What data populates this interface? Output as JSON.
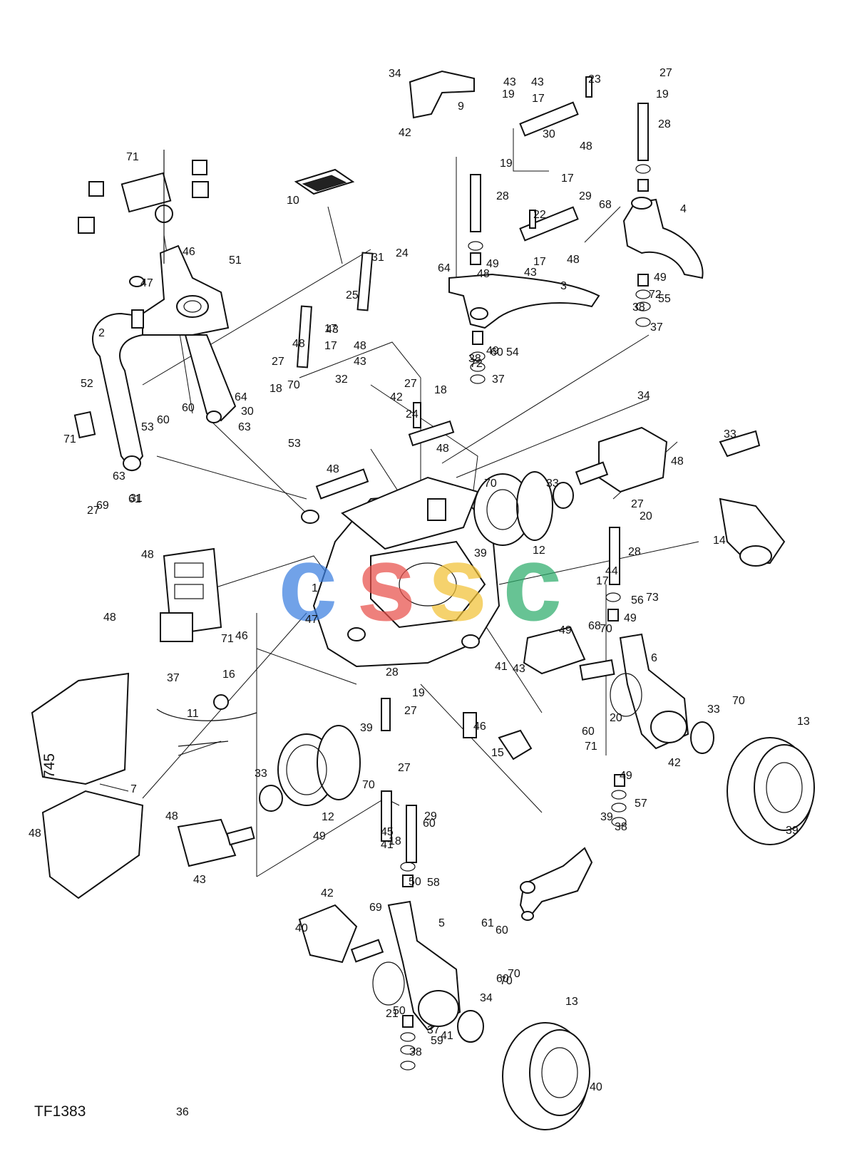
{
  "figure_id": "TF1383",
  "watermark": {
    "letters": [
      {
        "char": "c",
        "color": "#3b7fe0"
      },
      {
        "char": "s",
        "color": "#e8504a"
      },
      {
        "char": "s",
        "color": "#f2c236"
      },
      {
        "char": "c",
        "color": "#2eac6b"
      }
    ]
  },
  "decal_text": "745",
  "callouts": [
    "1",
    "2",
    "3",
    "4",
    "5",
    "6",
    "7",
    "9",
    "10",
    "11",
    "12",
    "12",
    "13",
    "13",
    "14",
    "15",
    "16",
    "17",
    "17",
    "17",
    "17",
    "17",
    "17",
    "18",
    "18",
    "18",
    "19",
    "19",
    "19",
    "19",
    "20",
    "20",
    "21",
    "22",
    "23",
    "24",
    "24",
    "25",
    "27",
    "27",
    "27",
    "27",
    "27",
    "27",
    "27",
    "28",
    "28",
    "28",
    "28",
    "29",
    "29",
    "30",
    "30",
    "31",
    "31",
    "32",
    "33",
    "33",
    "33",
    "33",
    "34",
    "34",
    "34",
    "36",
    "37",
    "37",
    "37",
    "37",
    "38",
    "38",
    "38",
    "38",
    "39",
    "39",
    "39",
    "39",
    "40",
    "40",
    "41",
    "41",
    "41",
    "42",
    "42",
    "42",
    "42",
    "43",
    "43",
    "43",
    "43",
    "43",
    "43",
    "43",
    "44",
    "45",
    "46",
    "46",
    "46",
    "47",
    "47",
    "48",
    "48",
    "48",
    "48",
    "48",
    "48",
    "48",
    "48",
    "48",
    "48",
    "48",
    "48",
    "49",
    "49",
    "49",
    "49",
    "49",
    "49",
    "49",
    "50",
    "50",
    "51",
    "52",
    "53",
    "53",
    "54",
    "55",
    "56",
    "57",
    "58",
    "59",
    "60",
    "60",
    "60",
    "60",
    "60",
    "60",
    "60",
    "61",
    "61",
    "63",
    "63",
    "64",
    "64",
    "68",
    "68",
    "69",
    "69",
    "70",
    "70",
    "70",
    "70",
    "70",
    "70",
    "70",
    "71",
    "71",
    "71",
    "71",
    "72",
    "72",
    "73"
  ]
}
